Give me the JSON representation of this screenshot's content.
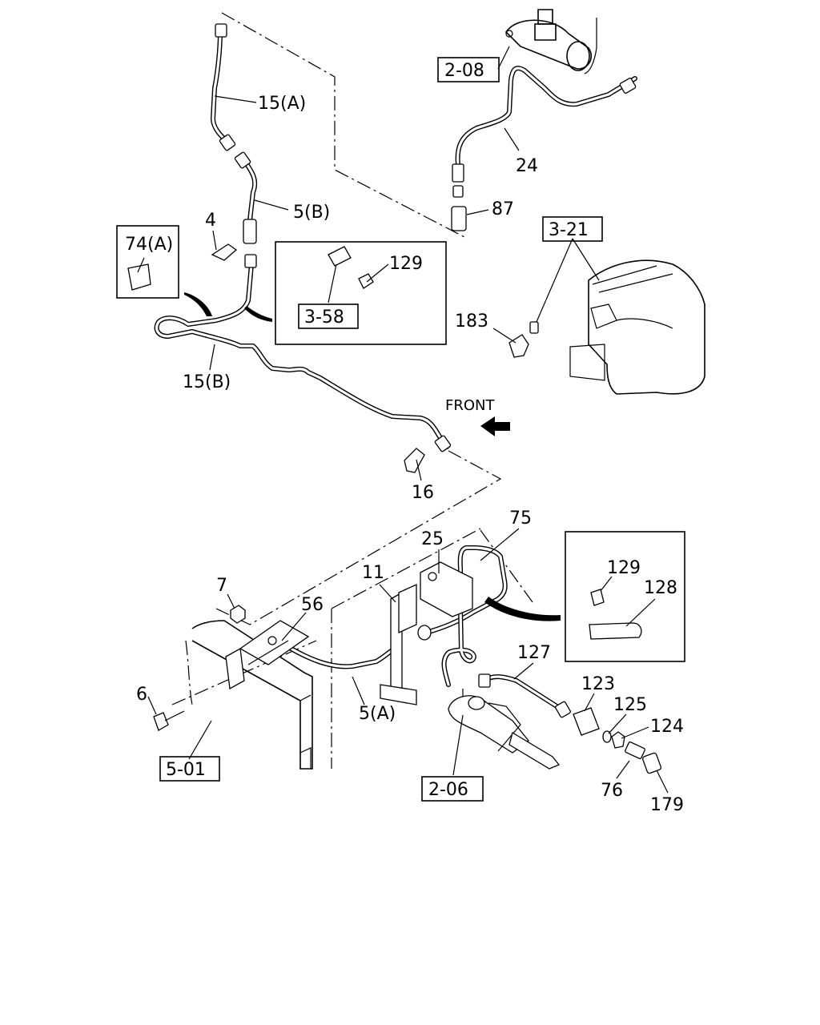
{
  "labels": {
    "p15a": "15(A)",
    "p24": "24",
    "p5b": "5(B)",
    "p87": "87",
    "p4": "4",
    "p74a": "74(A)",
    "p129_top": "129",
    "p183": "183",
    "p15b": "15(B)",
    "front": "FRONT",
    "p16": "16",
    "p75": "75",
    "p25": "25",
    "p11": "11",
    "p7": "7",
    "p56": "56",
    "p129_bot": "129",
    "p128": "128",
    "p127": "127",
    "p6": "6",
    "p123": "123",
    "p125": "125",
    "p124": "124",
    "p5a": "5(A)",
    "p76": "76",
    "p179": "179"
  },
  "refs": {
    "r208": "2-08",
    "r321": "3-21",
    "r358": "3-58",
    "r501": "5-01",
    "r206": "2-06"
  }
}
